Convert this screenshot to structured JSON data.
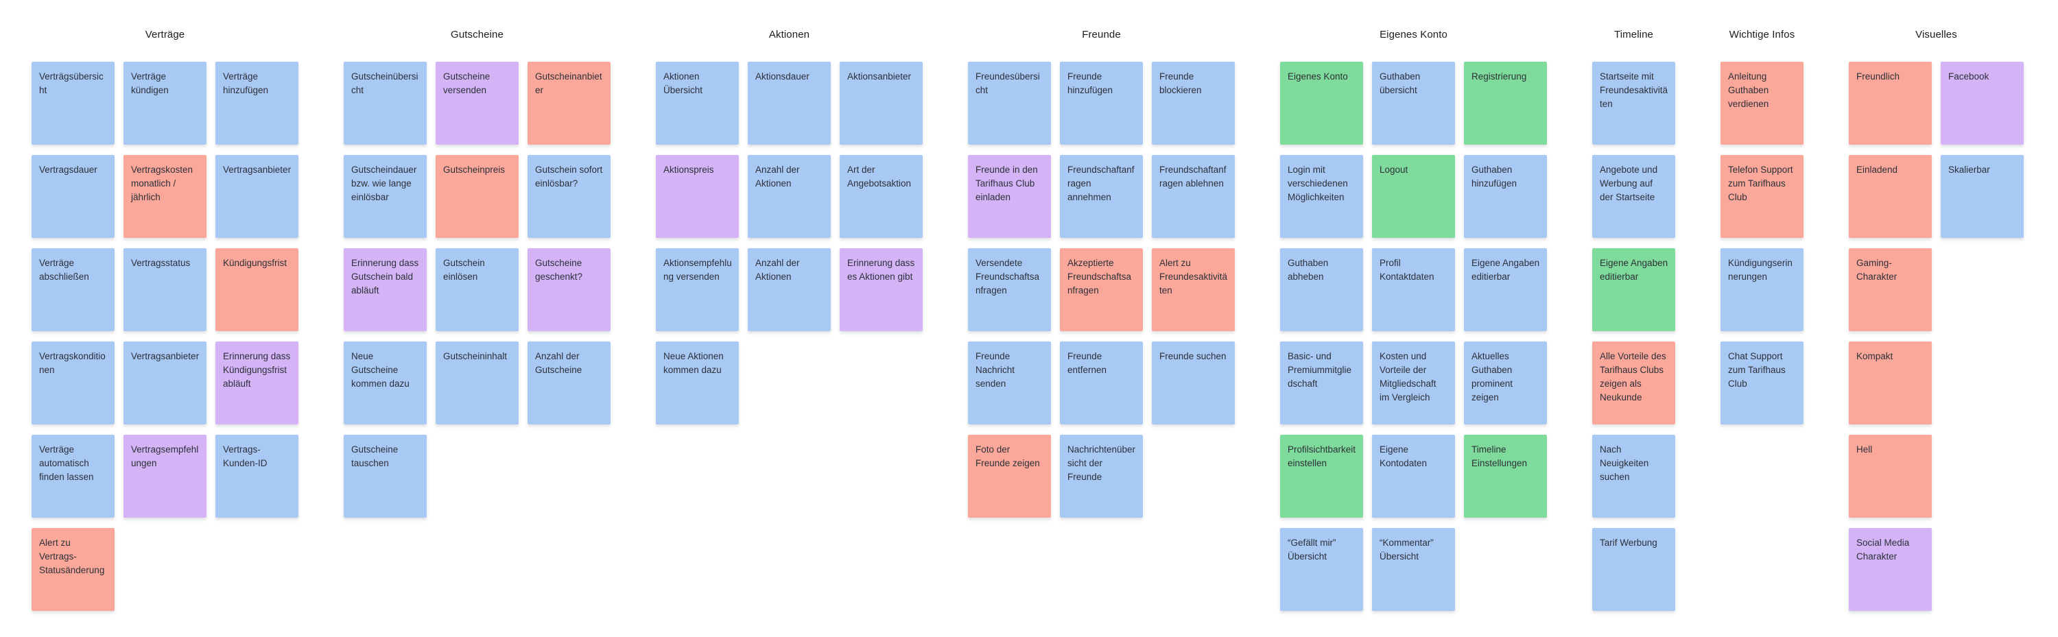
{
  "board": {
    "background_color": "#ffffff",
    "title_text_color": "#1b1d22",
    "note_text_color": "#2d3038",
    "palette": {
      "blue": "#a9c9f5",
      "salmon": "#fba89b",
      "purple": "#d4b4f7",
      "green": "#7edb9c"
    },
    "columns": [
      {
        "id": "vertraege",
        "title": "Verträge",
        "cols": 3,
        "rows": [
          [
            {
              "text": "Verträgsübersicht",
              "color": "blue"
            },
            {
              "text": "Verträge kündigen",
              "color": "blue"
            },
            {
              "text": "Verträge hinzufügen",
              "color": "blue"
            }
          ],
          [
            {
              "text": "Vertragsdauer",
              "color": "blue"
            },
            {
              "text": "Vertragskosten monatlich / jährlich",
              "color": "salmon"
            },
            {
              "text": "Vertragsanbieter",
              "color": "blue"
            }
          ],
          [
            {
              "text": "Verträge abschließen",
              "color": "blue"
            },
            {
              "text": "Vertragsstatus",
              "color": "blue"
            },
            {
              "text": "Kündigungsfrist",
              "color": "salmon"
            }
          ],
          [
            {
              "text": "Vertragskonditionen",
              "color": "blue"
            },
            {
              "text": "Vertragsanbieter",
              "color": "blue"
            },
            {
              "text": "Erinnerung dass Kündigungsfrist abläuft",
              "color": "purple"
            }
          ],
          [
            {
              "text": "Verträge automatisch finden lassen",
              "color": "blue"
            },
            {
              "text": "Vertragsempfehlungen",
              "color": "purple"
            },
            {
              "text": "Vertrags-Kunden-ID",
              "color": "blue"
            }
          ],
          [
            {
              "text": "Alert zu Vertrags-Statusänderung",
              "color": "salmon"
            },
            null,
            null
          ]
        ]
      },
      {
        "id": "gutscheine",
        "title": "Gutscheine",
        "cols": 3,
        "rows": [
          [
            {
              "text": "Gutscheinübersicht",
              "color": "blue"
            },
            {
              "text": "Gutscheine versenden",
              "color": "purple"
            },
            {
              "text": "Gutscheinanbieter",
              "color": "salmon"
            }
          ],
          [
            {
              "text": "Gutscheindauer bzw. wie lange einlösbar",
              "color": "blue"
            },
            {
              "text": "Gutscheinpreis",
              "color": "salmon"
            },
            {
              "text": "Gutschein sofort einlösbar?",
              "color": "blue"
            }
          ],
          [
            {
              "text": "Erinnerung dass Gutschein bald abläuft",
              "color": "purple"
            },
            {
              "text": "Gutschein einlösen",
              "color": "blue"
            },
            {
              "text": "Gutscheine geschenkt?",
              "color": "purple"
            }
          ],
          [
            {
              "text": "Neue Gutscheine kommen dazu",
              "color": "blue"
            },
            {
              "text": "Gutscheininhalt",
              "color": "blue"
            },
            {
              "text": "Anzahl der Gutscheine",
              "color": "blue"
            }
          ],
          [
            {
              "text": "Gutscheine tauschen",
              "color": "blue"
            },
            null,
            null
          ]
        ]
      },
      {
        "id": "aktionen",
        "title": "Aktionen",
        "cols": 3,
        "rows": [
          [
            {
              "text": "Aktionen Übersicht",
              "color": "blue"
            },
            {
              "text": "Aktionsdauer",
              "color": "blue"
            },
            {
              "text": "Aktionsanbieter",
              "color": "blue"
            }
          ],
          [
            {
              "text": "Aktionspreis",
              "color": "purple"
            },
            {
              "text": "Anzahl der Aktionen",
              "color": "blue"
            },
            {
              "text": "Art der Angebotsaktion",
              "color": "blue"
            }
          ],
          [
            {
              "text": "Aktionsempfehlung versenden",
              "color": "blue"
            },
            {
              "text": "Anzahl der Aktionen",
              "color": "blue"
            },
            {
              "text": "Erinnerung dass es Aktionen gibt",
              "color": "purple"
            }
          ],
          [
            {
              "text": "Neue Aktionen kommen dazu",
              "color": "blue"
            },
            null,
            null
          ]
        ]
      },
      {
        "id": "freunde",
        "title": "Freunde",
        "cols": 3,
        "rows": [
          [
            {
              "text": "Freundesübersicht",
              "color": "blue"
            },
            {
              "text": "Freunde hinzufügen",
              "color": "blue"
            },
            {
              "text": "Freunde blockieren",
              "color": "blue"
            }
          ],
          [
            {
              "text": "Freunde in den Tarifhaus Club einladen",
              "color": "purple"
            },
            {
              "text": "Freundschaftanfragen annehmen",
              "color": "blue"
            },
            {
              "text": "Freundschaftanfragen ablehnen",
              "color": "blue"
            }
          ],
          [
            {
              "text": "Versendete Freundschaftsanfragen",
              "color": "blue"
            },
            {
              "text": "Akzeptierte Freundschaftsanfragen",
              "color": "salmon"
            },
            {
              "text": "Alert zu Freundesaktivitäten",
              "color": "salmon"
            }
          ],
          [
            {
              "text": "Freunde Nachricht senden",
              "color": "blue"
            },
            {
              "text": "Freunde entfernen",
              "color": "blue"
            },
            {
              "text": "Freunde suchen",
              "color": "blue"
            }
          ],
          [
            {
              "text": "Foto der Freunde zeigen",
              "color": "salmon"
            },
            {
              "text": "Nachrichtenübersicht der Freunde",
              "color": "blue"
            },
            null
          ]
        ]
      },
      {
        "id": "eigenes-konto",
        "title": "Eigenes Konto",
        "cols": 3,
        "rows": [
          [
            {
              "text": "Eigenes Konto",
              "color": "green"
            },
            {
              "text": "Guthaben übersicht",
              "color": "blue"
            },
            {
              "text": "Registrierung",
              "color": "green"
            }
          ],
          [
            {
              "text": "Login mit verschiedenen Möglichkeiten",
              "color": "blue"
            },
            {
              "text": "Logout",
              "color": "green"
            },
            {
              "text": "Guthaben hinzufügen",
              "color": "blue"
            }
          ],
          [
            {
              "text": "Guthaben abheben",
              "color": "blue"
            },
            {
              "text": "Profil Kontaktdaten",
              "color": "blue"
            },
            {
              "text": "Eigene Angaben editierbar",
              "color": "blue"
            }
          ],
          [
            {
              "text": "Basic- und Premiummitgliedschaft",
              "color": "blue"
            },
            {
              "text": "Kosten und Vorteile der Mitgliedschaft im Vergleich",
              "color": "blue"
            },
            {
              "text": "Aktuelles Guthaben prominent zeigen",
              "color": "blue"
            }
          ],
          [
            {
              "text": "Profilsichtbarkeit einstellen",
              "color": "green"
            },
            {
              "text": "Eigene Kontodaten",
              "color": "blue"
            },
            {
              "text": "Timeline Einstellungen",
              "color": "green"
            }
          ],
          [
            {
              "text": "“Gefällt mir” Übersicht",
              "color": "blue"
            },
            {
              "text": "“Kommentar” Übersicht",
              "color": "blue"
            },
            null
          ]
        ]
      },
      {
        "id": "timeline",
        "title": "Timeline",
        "cols": 1,
        "rows": [
          [
            {
              "text": "Startseite mit Freundesaktivitäten",
              "color": "blue"
            }
          ],
          [
            {
              "text": "Angebote und Werbung auf der Startseite",
              "color": "blue"
            }
          ],
          [
            {
              "text": "Eigene Angaben editierbar",
              "color": "green"
            }
          ],
          [
            {
              "text": "Alle Vorteile des Tarifhaus Clubs zeigen als Neukunde",
              "color": "salmon"
            }
          ],
          [
            {
              "text": "Nach Neuigkeiten suchen",
              "color": "blue"
            }
          ],
          [
            {
              "text": "Tarif Werbung",
              "color": "blue"
            }
          ]
        ]
      },
      {
        "id": "wichtige-infos",
        "title": "Wichtige Infos",
        "cols": 1,
        "rows": [
          [
            {
              "text": "Anleitung Guthaben verdienen",
              "color": "salmon"
            }
          ],
          [
            {
              "text": "Telefon Support zum Tarifhaus Club",
              "color": "salmon"
            }
          ],
          [
            {
              "text": "Kündigungserinnerungen",
              "color": "blue"
            }
          ],
          [
            {
              "text": "Chat Support zum Tarifhaus Club",
              "color": "blue"
            }
          ]
        ]
      },
      {
        "id": "visuelles",
        "title": "Visuelles",
        "cols": 2,
        "rows": [
          [
            {
              "text": "Freundlich",
              "color": "salmon"
            },
            {
              "text": "Facebook",
              "color": "purple"
            }
          ],
          [
            {
              "text": "Einladend",
              "color": "salmon"
            },
            {
              "text": "Skalierbar",
              "color": "blue"
            }
          ],
          [
            {
              "text": "Gaming-Charakter",
              "color": "salmon"
            },
            null
          ],
          [
            {
              "text": "Kompakt",
              "color": "salmon"
            },
            null
          ],
          [
            {
              "text": "Hell",
              "color": "salmon"
            },
            null
          ],
          [
            {
              "text": "Social Media Charakter",
              "color": "purple"
            },
            null
          ]
        ]
      }
    ]
  }
}
